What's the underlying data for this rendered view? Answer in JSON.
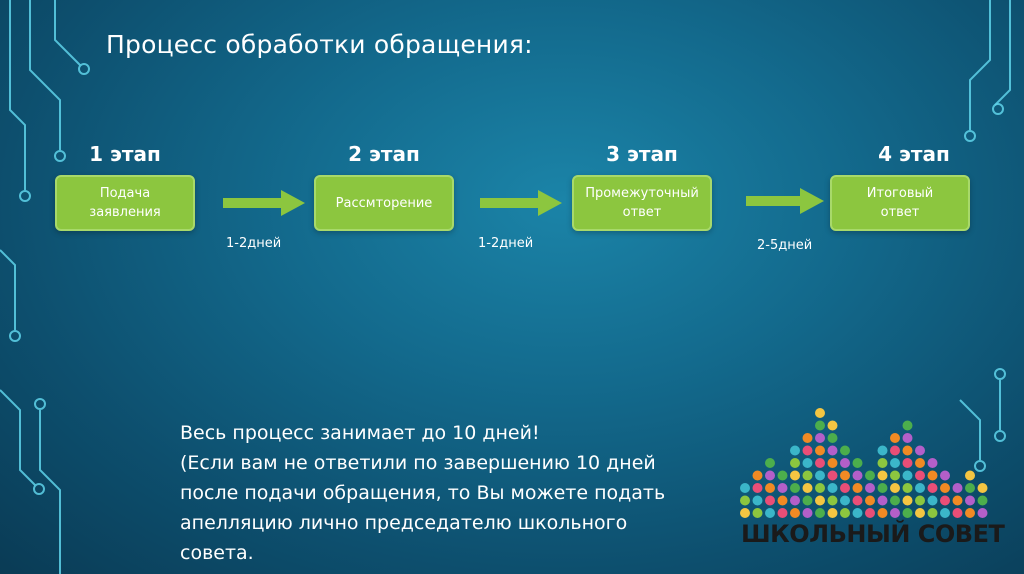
{
  "title": "Процесс обработки обращения:",
  "stages": [
    {
      "label": "1 этап",
      "text": "Подача\nзаявления"
    },
    {
      "label": "2 этап",
      "text": "Рассмторение"
    },
    {
      "label": "3 этап",
      "text": "Промежуточный\nответ"
    },
    {
      "label": "4 этап",
      "text": "Итоговый\nответ"
    }
  ],
  "durations": [
    "1-2дней",
    "1-2дней",
    "2-5дней"
  ],
  "note": "Весь процесс занимает до 10 дней!\n(Если вам не ответили по завершению 10 дней\nпосле подачи обращения, то Вы можете подать\nапелляцию лично председателю школьного\nсовета.",
  "logo": {
    "text": "ШКОЛЬНЫЙ СОВЕТ"
  },
  "colors": {
    "box": "#8cc63f",
    "arrow": "#8cc63f",
    "circuit": "#5fd3ea"
  }
}
